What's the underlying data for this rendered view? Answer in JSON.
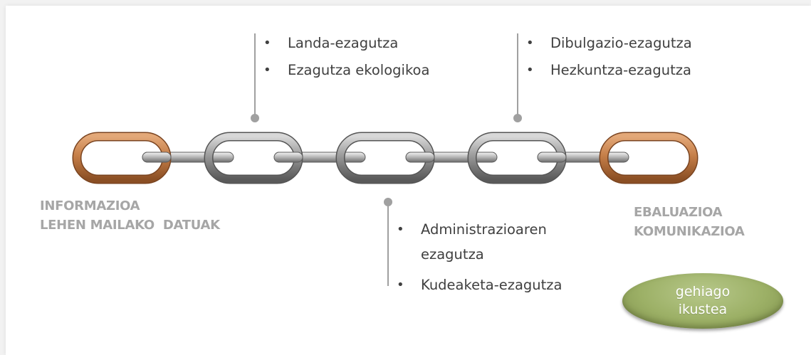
{
  "top_left_items": [
    "Landa-ezagutza",
    "Ezagutza ekologikoa"
  ],
  "top_right_items": [
    "Dibulgazio-ezagutza",
    "Hezkuntza-ezagutza"
  ],
  "bottom_items": [
    "Administrazioaren ezagutza",
    "Kudeaketa-ezagutza"
  ],
  "left_stage": {
    "line1": "INFORMAZIOA",
    "line2": "LEHEN MAILAKO  DATUAK"
  },
  "right_stage": {
    "line1": "EBALUAZIOA",
    "line2": "KOMUNIKAZIOA"
  },
  "more_button": {
    "line1": "gehiago",
    "line2": "ikustea"
  },
  "colors": {
    "chain_end_links": "#c98a58",
    "chain_links": "#9a9a9a",
    "stage_text": "#a6a6a6",
    "bullet_text": "#404040",
    "button": "#9cb066"
  }
}
